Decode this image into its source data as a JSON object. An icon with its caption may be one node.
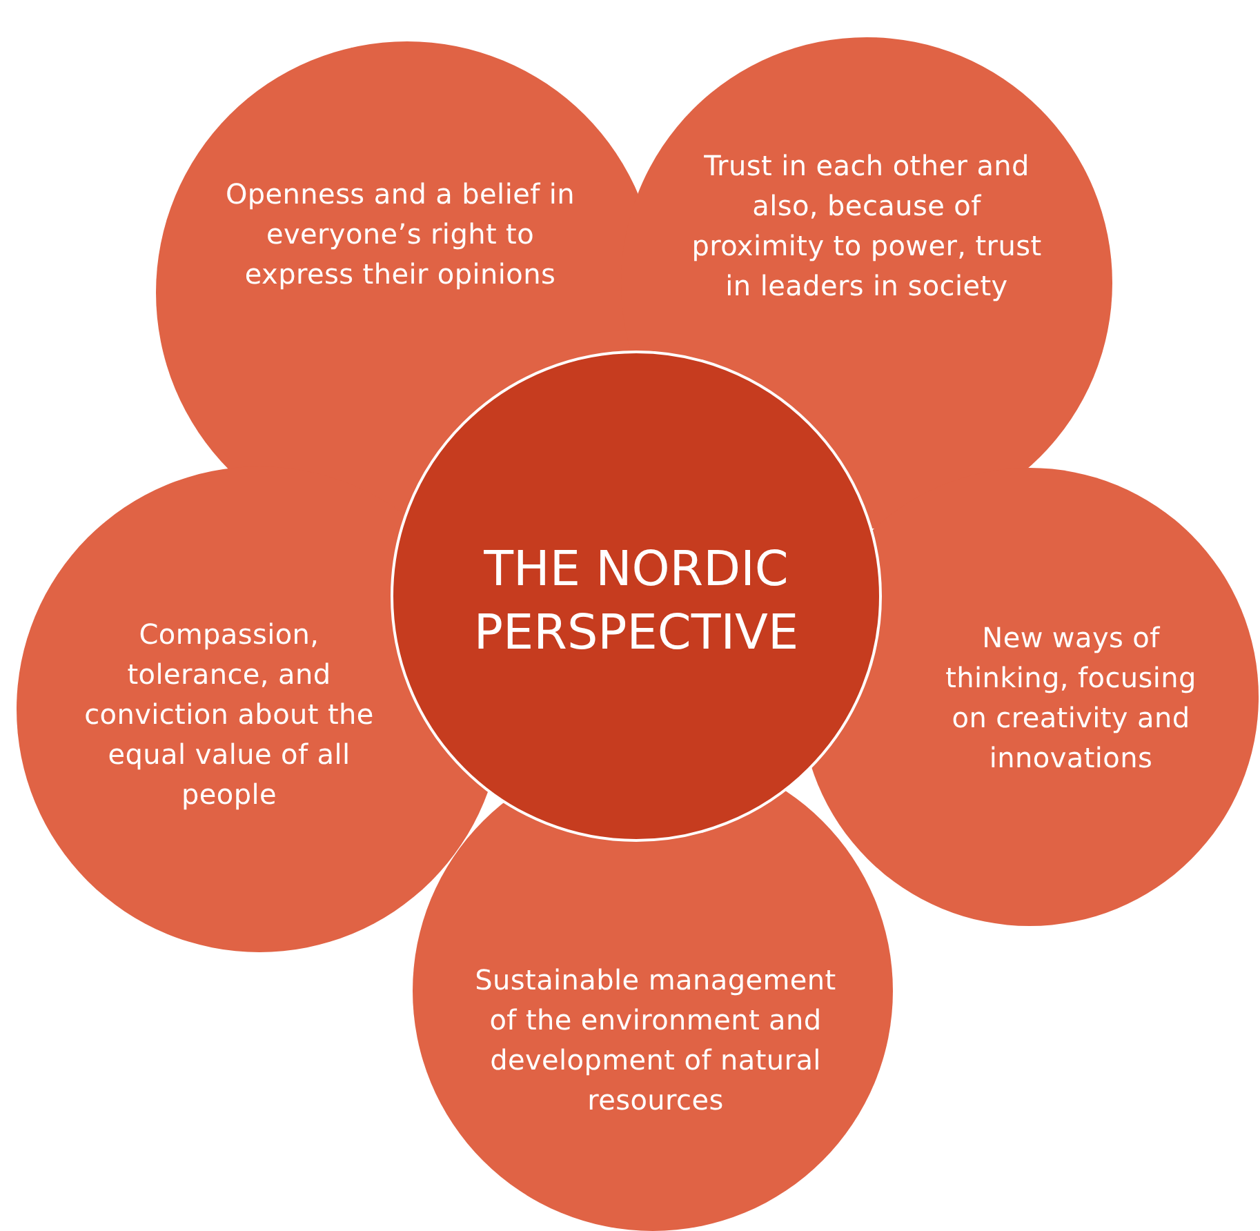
{
  "diagram": {
    "nodes": [
      {
        "text": [
          "Openness and a belief in everyone’s right to express their opinions"
        ]
      },
      {
        "text": [
          "Trust in each other and also, because of proximity to power, trust in leaders in society"
        ]
      },
      {
        "text": [
          "Compassion, tolerance, and conviction about the equal value of all people"
        ]
      },
      {
        "text": [
          "THE NORDIC PERSPECTIVE"
        ]
      },
      {
        "text": [
          "New ways of thinking, focusing on creativity and innovations"
        ]
      },
      {
        "text": [
          "Sustainable management of the environment and development of natural resources"
        ]
      }
    ]
  }
}
